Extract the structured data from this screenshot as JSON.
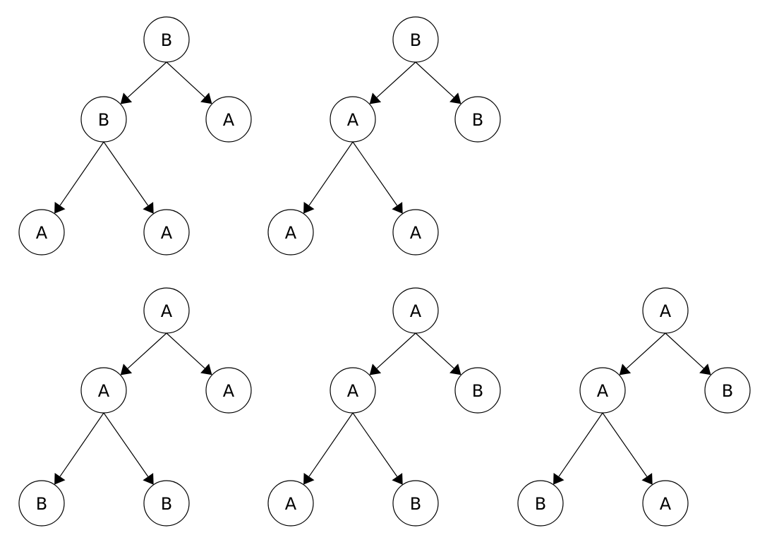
{
  "diagram": {
    "trees": [
      {
        "root": "B",
        "left": "B",
        "right": "A",
        "left_left": "A",
        "left_right": "A"
      },
      {
        "root": "B",
        "left": "A",
        "right": "B",
        "left_left": "A",
        "left_right": "A"
      },
      {
        "root": "A",
        "left": "A",
        "right": "A",
        "left_left": "B",
        "left_right": "B"
      },
      {
        "root": "A",
        "left": "A",
        "right": "B",
        "left_left": "A",
        "left_right": "B"
      },
      {
        "root": "A",
        "left": "A",
        "right": "B",
        "left_left": "B",
        "left_right": "A"
      }
    ]
  }
}
